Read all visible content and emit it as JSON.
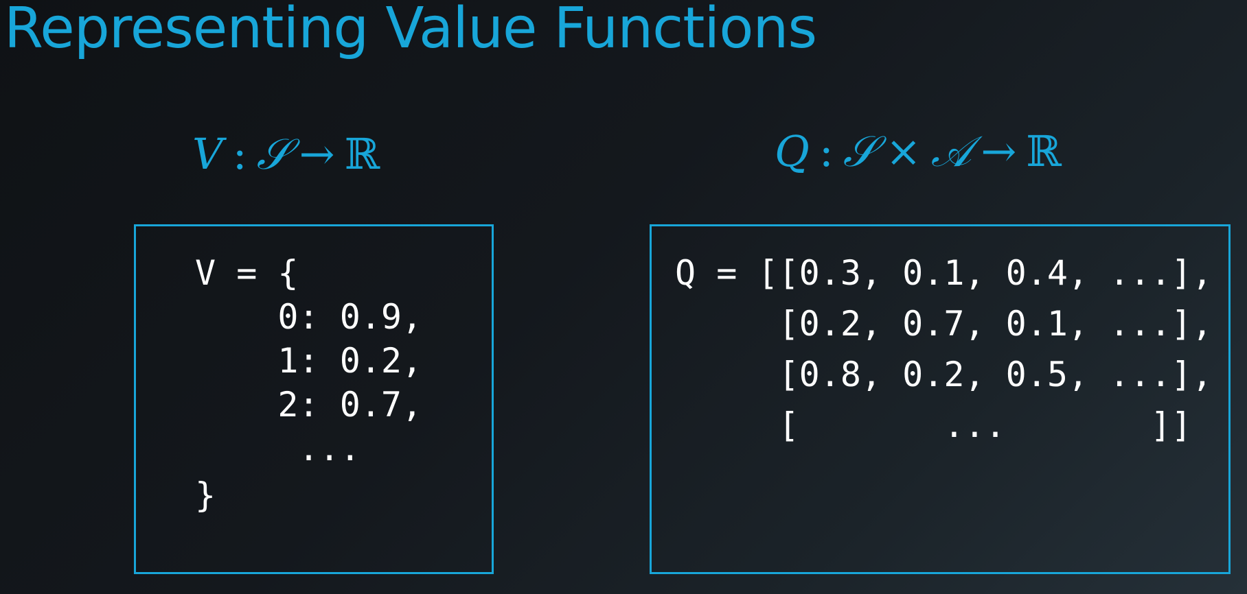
{
  "title": "Representing Value Functions",
  "formula_v": {
    "fn": "V",
    "colon": ":",
    "domain": "𝒮",
    "arrow": "→",
    "codomain": "ℝ"
  },
  "formula_q": {
    "fn": "Q",
    "colon": ":",
    "domain_s": "𝒮",
    "times": "×",
    "domain_a": "𝒜",
    "arrow": "→",
    "codomain": "ℝ"
  },
  "v_code": {
    "lines": [
      "V = {",
      "    0: 0.9,",
      "    1: 0.2,",
      "    2: 0.7,",
      "     ...",
      "}"
    ]
  },
  "q_code": {
    "lines": [
      "Q = [[0.3, 0.1, 0.4, ...],",
      "     [0.2, 0.7, 0.1, ...],",
      "     [0.8, 0.2, 0.5, ...],",
      "     [       ...       ]]"
    ]
  },
  "colors": {
    "accent": "#18a6d9",
    "code_text": "#ffffff",
    "background_dark": "#0f1215",
    "background_light": "#253038"
  }
}
